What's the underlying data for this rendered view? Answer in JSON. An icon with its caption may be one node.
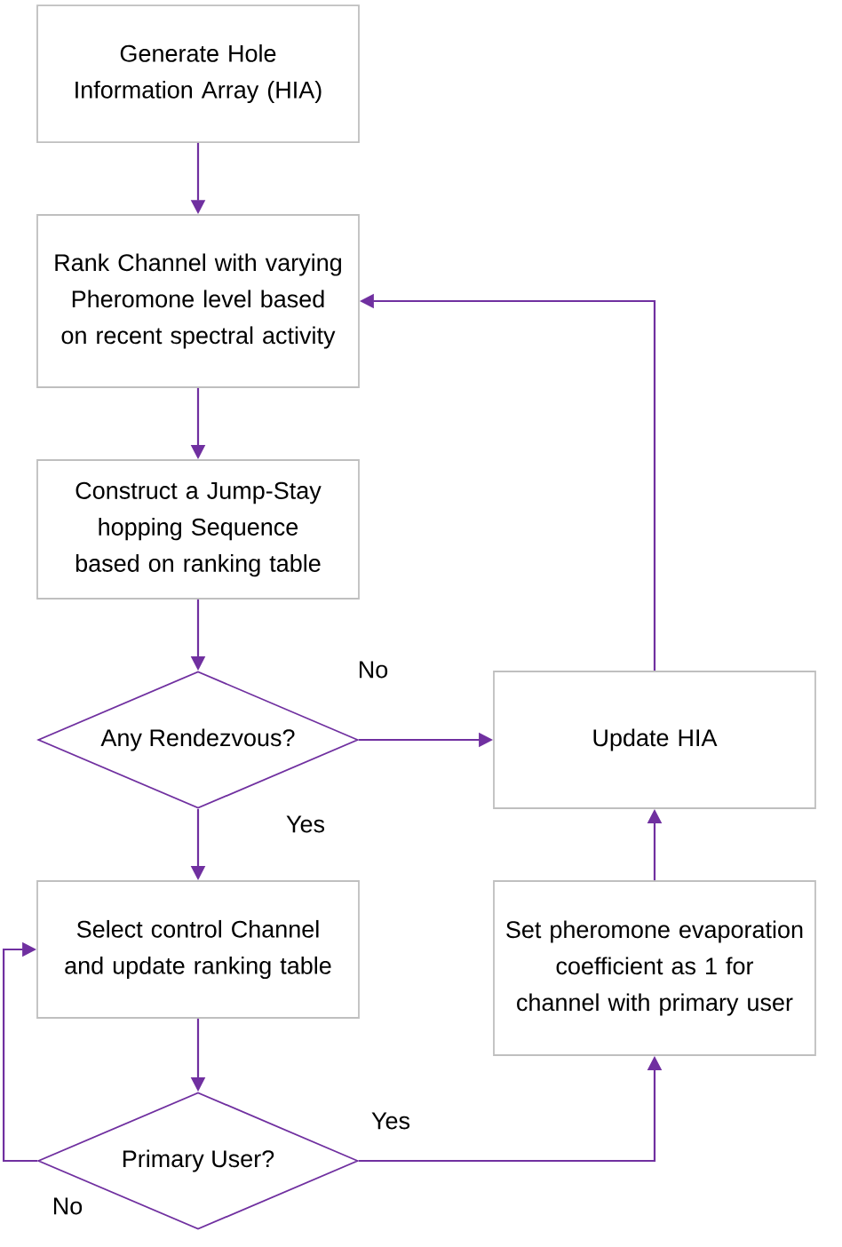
{
  "diagram": {
    "nodes": [
      {
        "text": [
          "Generate Hole Information Array (HIA)"
        ]
      },
      {
        "text": [
          "Rank Channel with varying Pheromone level based on recent spectral activity"
        ]
      },
      {
        "text": [
          "Construct a Jump-Stay hopping Sequence based on ranking table"
        ]
      },
      {
        "text": [
          "Any Rendezvous?"
        ]
      },
      {
        "text": [
          "Update HIA"
        ]
      },
      {
        "text": [
          "Select control Channel and update ranking table"
        ]
      },
      {
        "text": [
          "Set pheromone evaporation coefficient as 1 for channel with primary user"
        ]
      },
      {
        "text": [
          "Primary User?"
        ]
      }
    ],
    "edges": [
      {
        "from": 0,
        "to": 1,
        "arrow": "to"
      },
      {
        "from": 1,
        "to": 2,
        "arrow": "to"
      },
      {
        "from": 2,
        "to": 3,
        "arrow": "to"
      },
      {
        "from": 3,
        "to": 4,
        "arrow": "to",
        "label": "No"
      },
      {
        "from": 3,
        "to": 5,
        "arrow": "to",
        "label": "Yes"
      },
      {
        "from": 4,
        "to": 1,
        "arrow": "to"
      },
      {
        "from": 5,
        "to": 7,
        "arrow": "to"
      },
      {
        "from": 7,
        "to": 6,
        "arrow": "to",
        "label": "Yes"
      },
      {
        "from": 6,
        "to": 4,
        "arrow": "to"
      },
      {
        "from": 7,
        "to": 5,
        "arrow": "to",
        "label": "No"
      }
    ]
  }
}
